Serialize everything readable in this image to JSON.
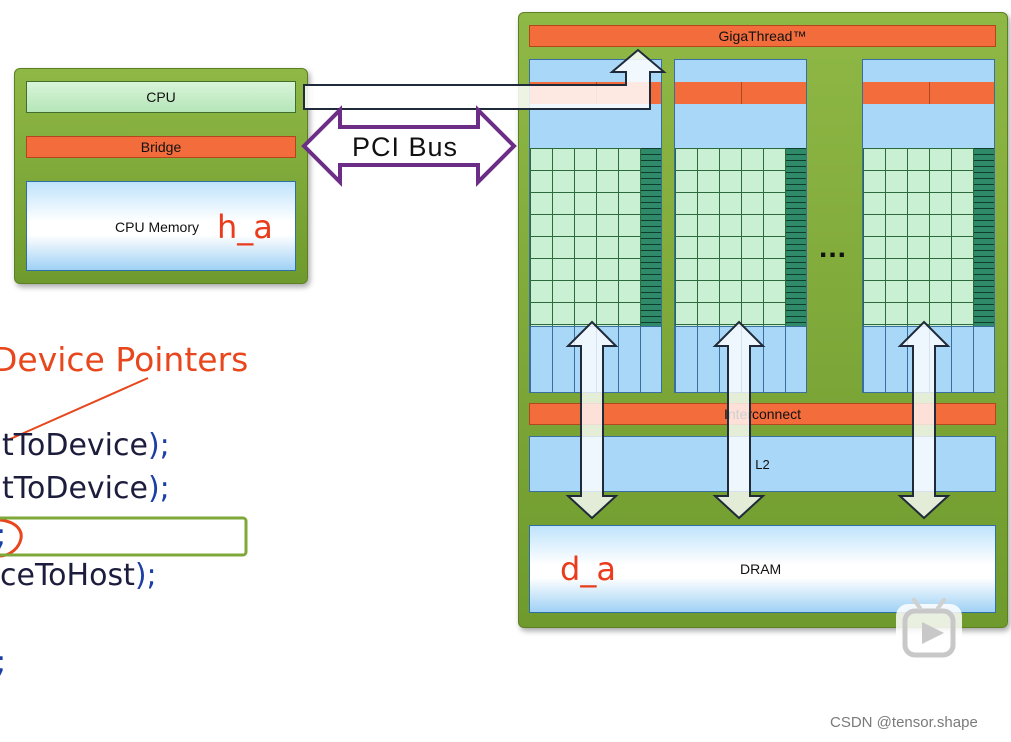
{
  "host": {
    "cpu_label": "CPU",
    "bridge_label": "Bridge",
    "memory_label": "CPU Memory",
    "host_var": "h_a"
  },
  "bus": {
    "label": "PCI Bus"
  },
  "gpu": {
    "gigathread_label": "GigaThread™",
    "interconnect_label": "Interconnect",
    "l2_label": "L2",
    "dram_label": "DRAM",
    "device_var": "d_a",
    "ellipsis": "..."
  },
  "code": {
    "heading": "Device Pointers",
    "line1": "tToDevice",
    "line1_end": ");",
    "line2": "tToDevice",
    "line2_end": ");",
    "line3": ";",
    "line4": "ceToHost",
    "line4_end": ");",
    "line5": ";"
  },
  "watermark": "CSDN @tensor.shape",
  "colors": {
    "panel_green": "#7ea83a",
    "bar_green": "#c6ecc9",
    "bar_orange": "#f26c3c",
    "memory_blue": "#a9d7f7",
    "bus_purple": "#6b2d86",
    "annotation_red": "#ea3b1c",
    "code_blue": "#1b3fa5"
  }
}
